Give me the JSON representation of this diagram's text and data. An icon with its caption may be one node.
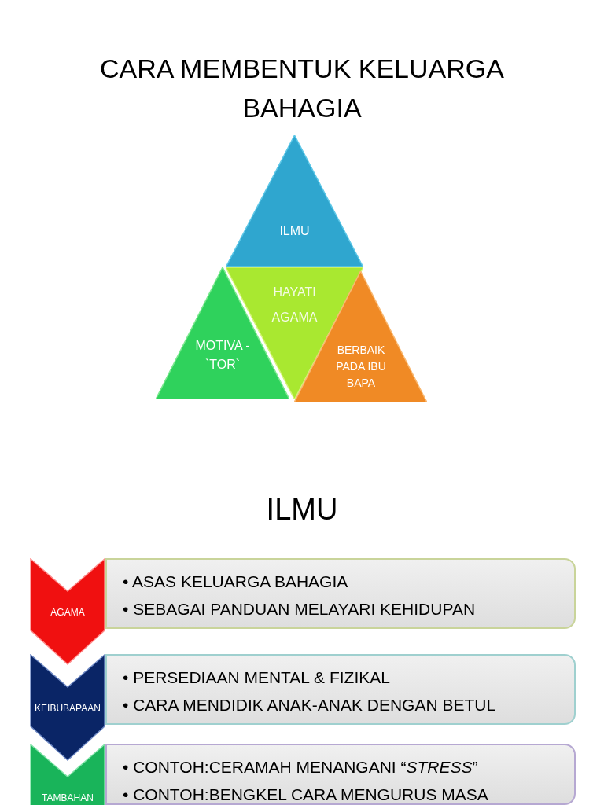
{
  "diagram": {
    "title": "CARA MEMBENTUK KELUARGA BAHAGIA",
    "nodes": [
      {
        "text": [
          "ILMU"
        ]
      },
      {
        "text": [
          "MOTIVA -`TOR`"
        ]
      },
      {
        "text": [
          "HAYATI AGAMA"
        ]
      },
      {
        "text": [
          "BERBAIK PADA IBU BAPA"
        ]
      },
      {
        "text": [
          "AGAMA"
        ]
      },
      {
        "text": [
          "• ASAS KELUARGA BAHAGIA",
          "• SEBAGAI PANDUAN MELAYARI KEHIDUPAN"
        ]
      },
      {
        "text": [
          "KEIBUBAPAAN"
        ]
      },
      {
        "text": [
          "• PERSEDIAAN MENTAL & FIZIKAL",
          "• CARA MENDIDIK ANAK-ANAK DENGAN BETUL"
        ]
      },
      {
        "text": [
          "TAMBAHAN"
        ]
      },
      {
        "text": [
          "• CONTOH:CERAMAH MENANGANI “*STRESS*”",
          "• CONTOH:BENGKEL CARA MENGURUS MASA"
        ]
      }
    ],
    "labels": [
      "ILMU"
    ]
  }
}
